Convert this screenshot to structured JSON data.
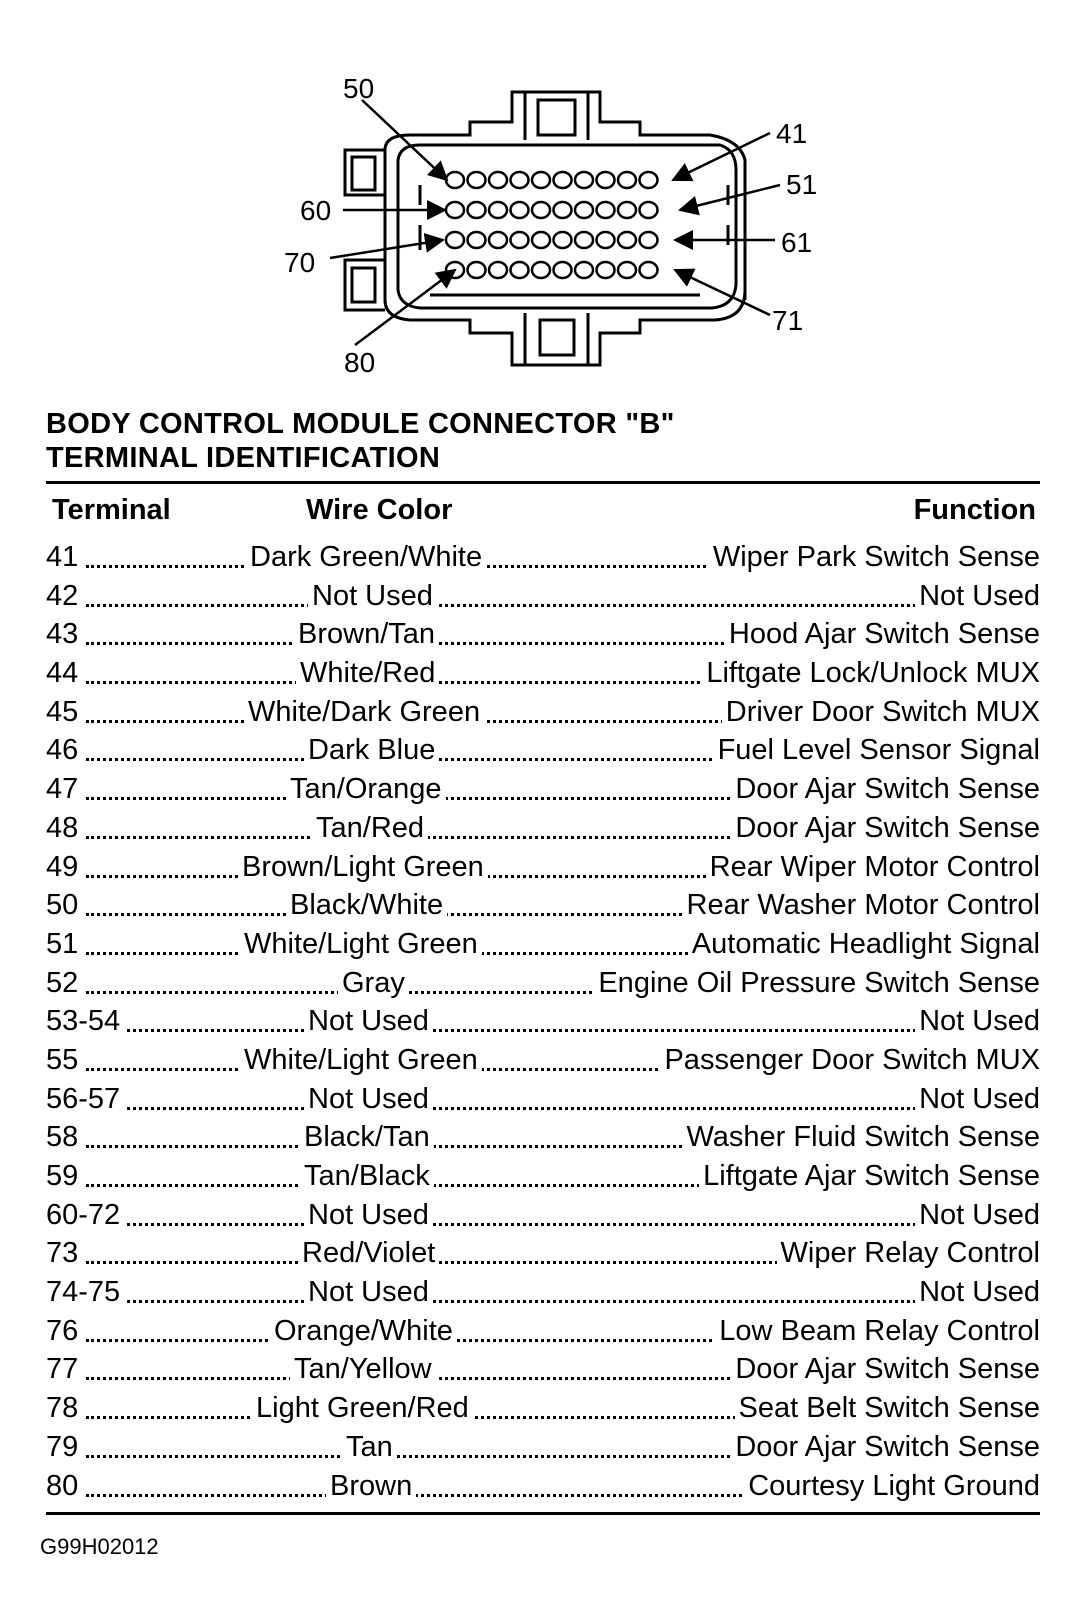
{
  "diagram": {
    "callouts": [
      "50",
      "41",
      "51",
      "60",
      "61",
      "70",
      "71",
      "80"
    ]
  },
  "title_line1": "BODY CONTROL MODULE CONNECTOR \"B\"",
  "title_line2": "TERMINAL IDENTIFICATION",
  "headers": {
    "terminal": "Terminal",
    "wire_color": "Wire Color",
    "function": "Function"
  },
  "rows": [
    {
      "terminal": "41",
      "wire": "Dark Green/White",
      "function": "Wiper Park Switch Sense"
    },
    {
      "terminal": "42",
      "wire": "Not Used",
      "function": "Not Used"
    },
    {
      "terminal": "43",
      "wire": "Brown/Tan",
      "function": "Hood Ajar Switch Sense"
    },
    {
      "terminal": "44",
      "wire": "White/Red",
      "function": "Liftgate Lock/Unlock MUX"
    },
    {
      "terminal": "45",
      "wire": "White/Dark Green",
      "function": "Driver Door Switch MUX"
    },
    {
      "terminal": "46",
      "wire": "Dark Blue",
      "function": "Fuel Level Sensor Signal"
    },
    {
      "terminal": "47",
      "wire": "Tan/Orange",
      "function": "Door Ajar Switch Sense"
    },
    {
      "terminal": "48",
      "wire": "Tan/Red",
      "function": "Door Ajar Switch Sense"
    },
    {
      "terminal": "49",
      "wire": "Brown/Light Green",
      "function": "Rear Wiper Motor Control"
    },
    {
      "terminal": "50",
      "wire": "Black/White",
      "function": "Rear Washer Motor Control"
    },
    {
      "terminal": "51",
      "wire": "White/Light Green",
      "function": "Automatic Headlight Signal"
    },
    {
      "terminal": "52",
      "wire": "Gray",
      "function": "Engine Oil Pressure Switch Sense"
    },
    {
      "terminal": "53-54",
      "wire": "Not Used",
      "function": "Not Used"
    },
    {
      "terminal": "55",
      "wire": "White/Light Green",
      "function": "Passenger Door Switch MUX"
    },
    {
      "terminal": "56-57",
      "wire": "Not Used",
      "function": "Not Used"
    },
    {
      "terminal": "58",
      "wire": "Black/Tan",
      "function": "Washer Fluid Switch Sense"
    },
    {
      "terminal": "59",
      "wire": "Tan/Black",
      "function": "Liftgate Ajar Switch Sense"
    },
    {
      "terminal": "60-72",
      "wire": "Not Used",
      "function": "Not Used"
    },
    {
      "terminal": "73",
      "wire": "Red/Violet",
      "function": "Wiper Relay Control"
    },
    {
      "terminal": "74-75",
      "wire": "Not Used",
      "function": "Not Used"
    },
    {
      "terminal": "76",
      "wire": "Orange/White",
      "function": "Low Beam Relay Control"
    },
    {
      "terminal": "77",
      "wire": "Tan/Yellow",
      "function": "Door Ajar Switch Sense"
    },
    {
      "terminal": "78",
      "wire": "Light Green/Red",
      "function": "Seat Belt Switch Sense"
    },
    {
      "terminal": "79",
      "wire": "Tan",
      "function": "Door Ajar Switch Sense"
    },
    {
      "terminal": "80",
      "wire": "Brown",
      "function": "Courtesy Light Ground"
    }
  ],
  "figure_id": "G99H02012"
}
